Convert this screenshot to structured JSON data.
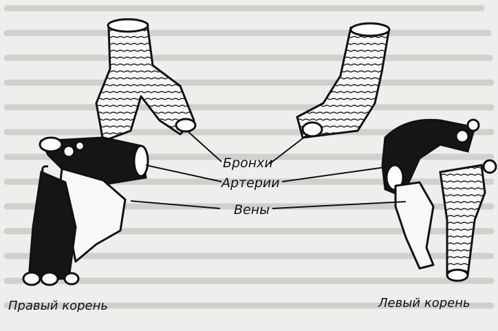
{
  "labels": {
    "bronchi": "Бронхи",
    "arteries": "Артерии",
    "veins": "Вены"
  },
  "captions": {
    "right_root": "Правый корень",
    "left_root": "Левый корень"
  },
  "colors": {
    "paper": "#eeeeec",
    "ink": "#111111",
    "background_text": "#c9c9c6"
  }
}
